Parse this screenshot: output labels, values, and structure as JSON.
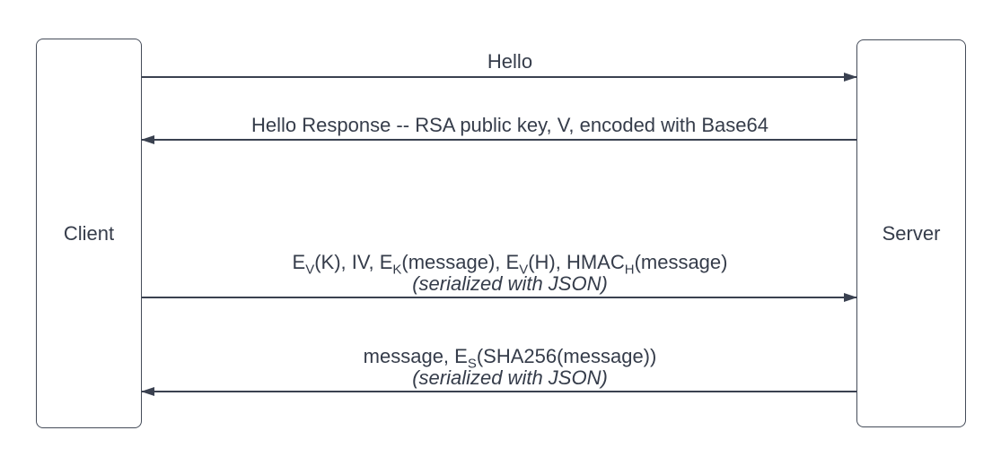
{
  "diagram": {
    "type": "sequence-diagram",
    "colors": {
      "stroke": "#3a4150",
      "text": "#353c4a",
      "background": "#ffffff"
    },
    "actors": [
      {
        "id": "client",
        "label": "Client"
      },
      {
        "id": "server",
        "label": "Server"
      }
    ],
    "messages": [
      {
        "id": "hello",
        "from": "client",
        "to": "server",
        "direction": "right",
        "lines": [
          {
            "segments": [
              {
                "t": "Hello"
              }
            ]
          }
        ]
      },
      {
        "id": "hello-response",
        "from": "server",
        "to": "client",
        "direction": "left",
        "lines": [
          {
            "segments": [
              {
                "t": "Hello Response -- RSA public key, V, encoded with Base64"
              }
            ]
          }
        ]
      },
      {
        "id": "key-exchange",
        "from": "client",
        "to": "server",
        "direction": "right",
        "lines": [
          {
            "segments": [
              {
                "t": "E"
              },
              {
                "t": "V",
                "sub": true
              },
              {
                "t": "(K), IV, E"
              },
              {
                "t": "K",
                "sub": true
              },
              {
                "t": "(message), E"
              },
              {
                "t": "V",
                "sub": true
              },
              {
                "t": "(H), HMAC"
              },
              {
                "t": "H",
                "sub": true
              },
              {
                "t": "(message)"
              }
            ]
          },
          {
            "italic": true,
            "segments": [
              {
                "t": "(serialized with JSON)"
              }
            ]
          }
        ]
      },
      {
        "id": "signed-message",
        "from": "server",
        "to": "client",
        "direction": "left",
        "lines": [
          {
            "segments": [
              {
                "t": "message, E"
              },
              {
                "t": "S",
                "sub": true
              },
              {
                "t": "(SHA256(message))"
              }
            ]
          },
          {
            "italic": true,
            "segments": [
              {
                "t": "(serialized with JSON)"
              }
            ]
          }
        ]
      }
    ]
  }
}
